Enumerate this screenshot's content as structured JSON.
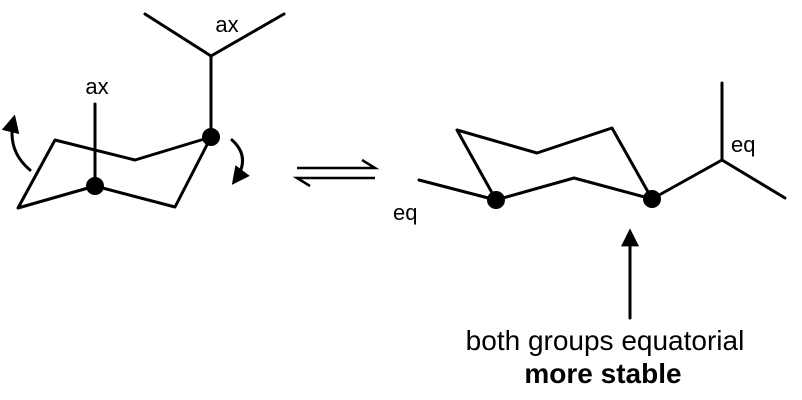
{
  "labels": {
    "left_isopropyl_ax": "ax",
    "left_methyl_ax": "ax",
    "right_isopropyl_eq": "eq",
    "right_methyl_eq": "eq"
  },
  "annotation": {
    "line1": "both groups equatorial",
    "line2": "more stable"
  }
}
